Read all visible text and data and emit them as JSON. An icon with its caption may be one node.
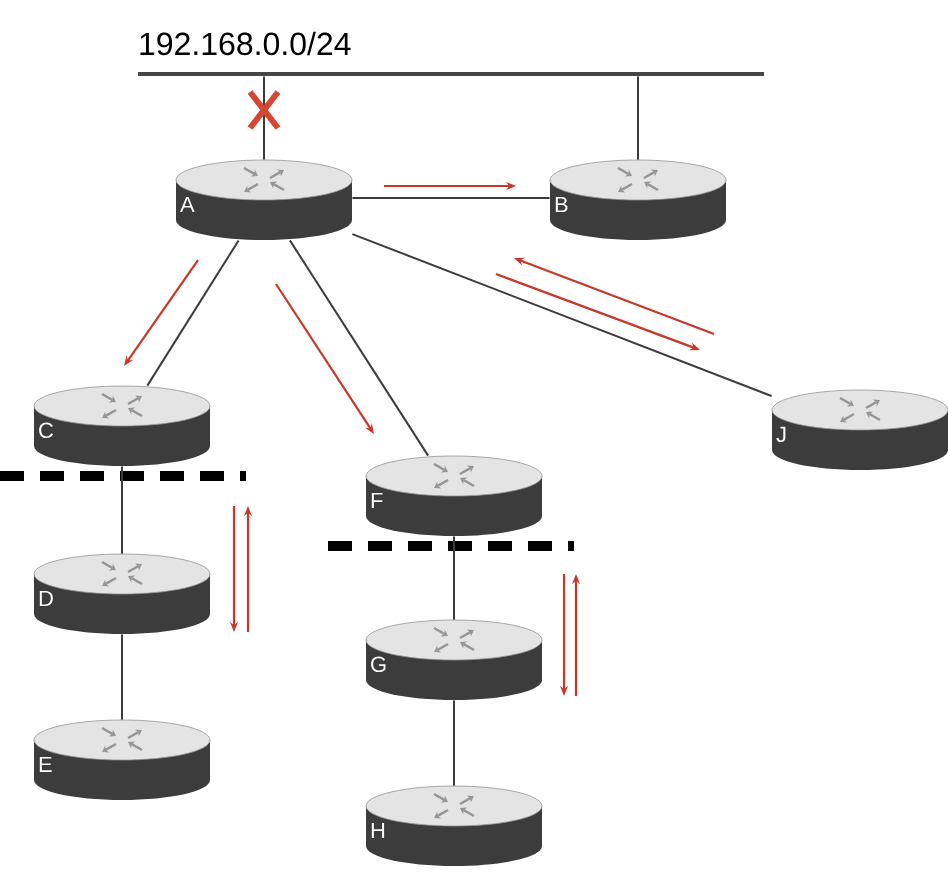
{
  "diagram": {
    "nodes": [
      {
        "text": [
          "192.168.0.0/24"
        ]
      },
      {
        "text": [
          "A"
        ]
      },
      {
        "text": [
          "B"
        ]
      },
      {
        "text": [
          "C"
        ]
      },
      {
        "text": [
          "J"
        ]
      },
      {
        "text": [
          "F"
        ]
      },
      {
        "text": [
          "D"
        ]
      },
      {
        "text": [
          "G"
        ]
      },
      {
        "text": [
          "E"
        ]
      },
      {
        "text": [
          "H"
        ]
      }
    ],
    "edges": [
      {
        "from": 0,
        "to": 1,
        "arrow": "none"
      },
      {
        "from": 0,
        "to": 2,
        "arrow": "none"
      },
      {
        "from": 1,
        "to": 2,
        "arrow": "none"
      },
      {
        "from": 1,
        "to": 3,
        "arrow": "none"
      },
      {
        "from": 1,
        "to": 5,
        "arrow": "none"
      },
      {
        "from": 1,
        "to": 4,
        "arrow": "none"
      },
      {
        "from": 3,
        "to": 6,
        "arrow": "none"
      },
      {
        "from": 6,
        "to": 8,
        "arrow": "none"
      },
      {
        "from": 5,
        "to": 7,
        "arrow": "none"
      },
      {
        "from": 7,
        "to": 9,
        "arrow": "none"
      }
    ]
  }
}
